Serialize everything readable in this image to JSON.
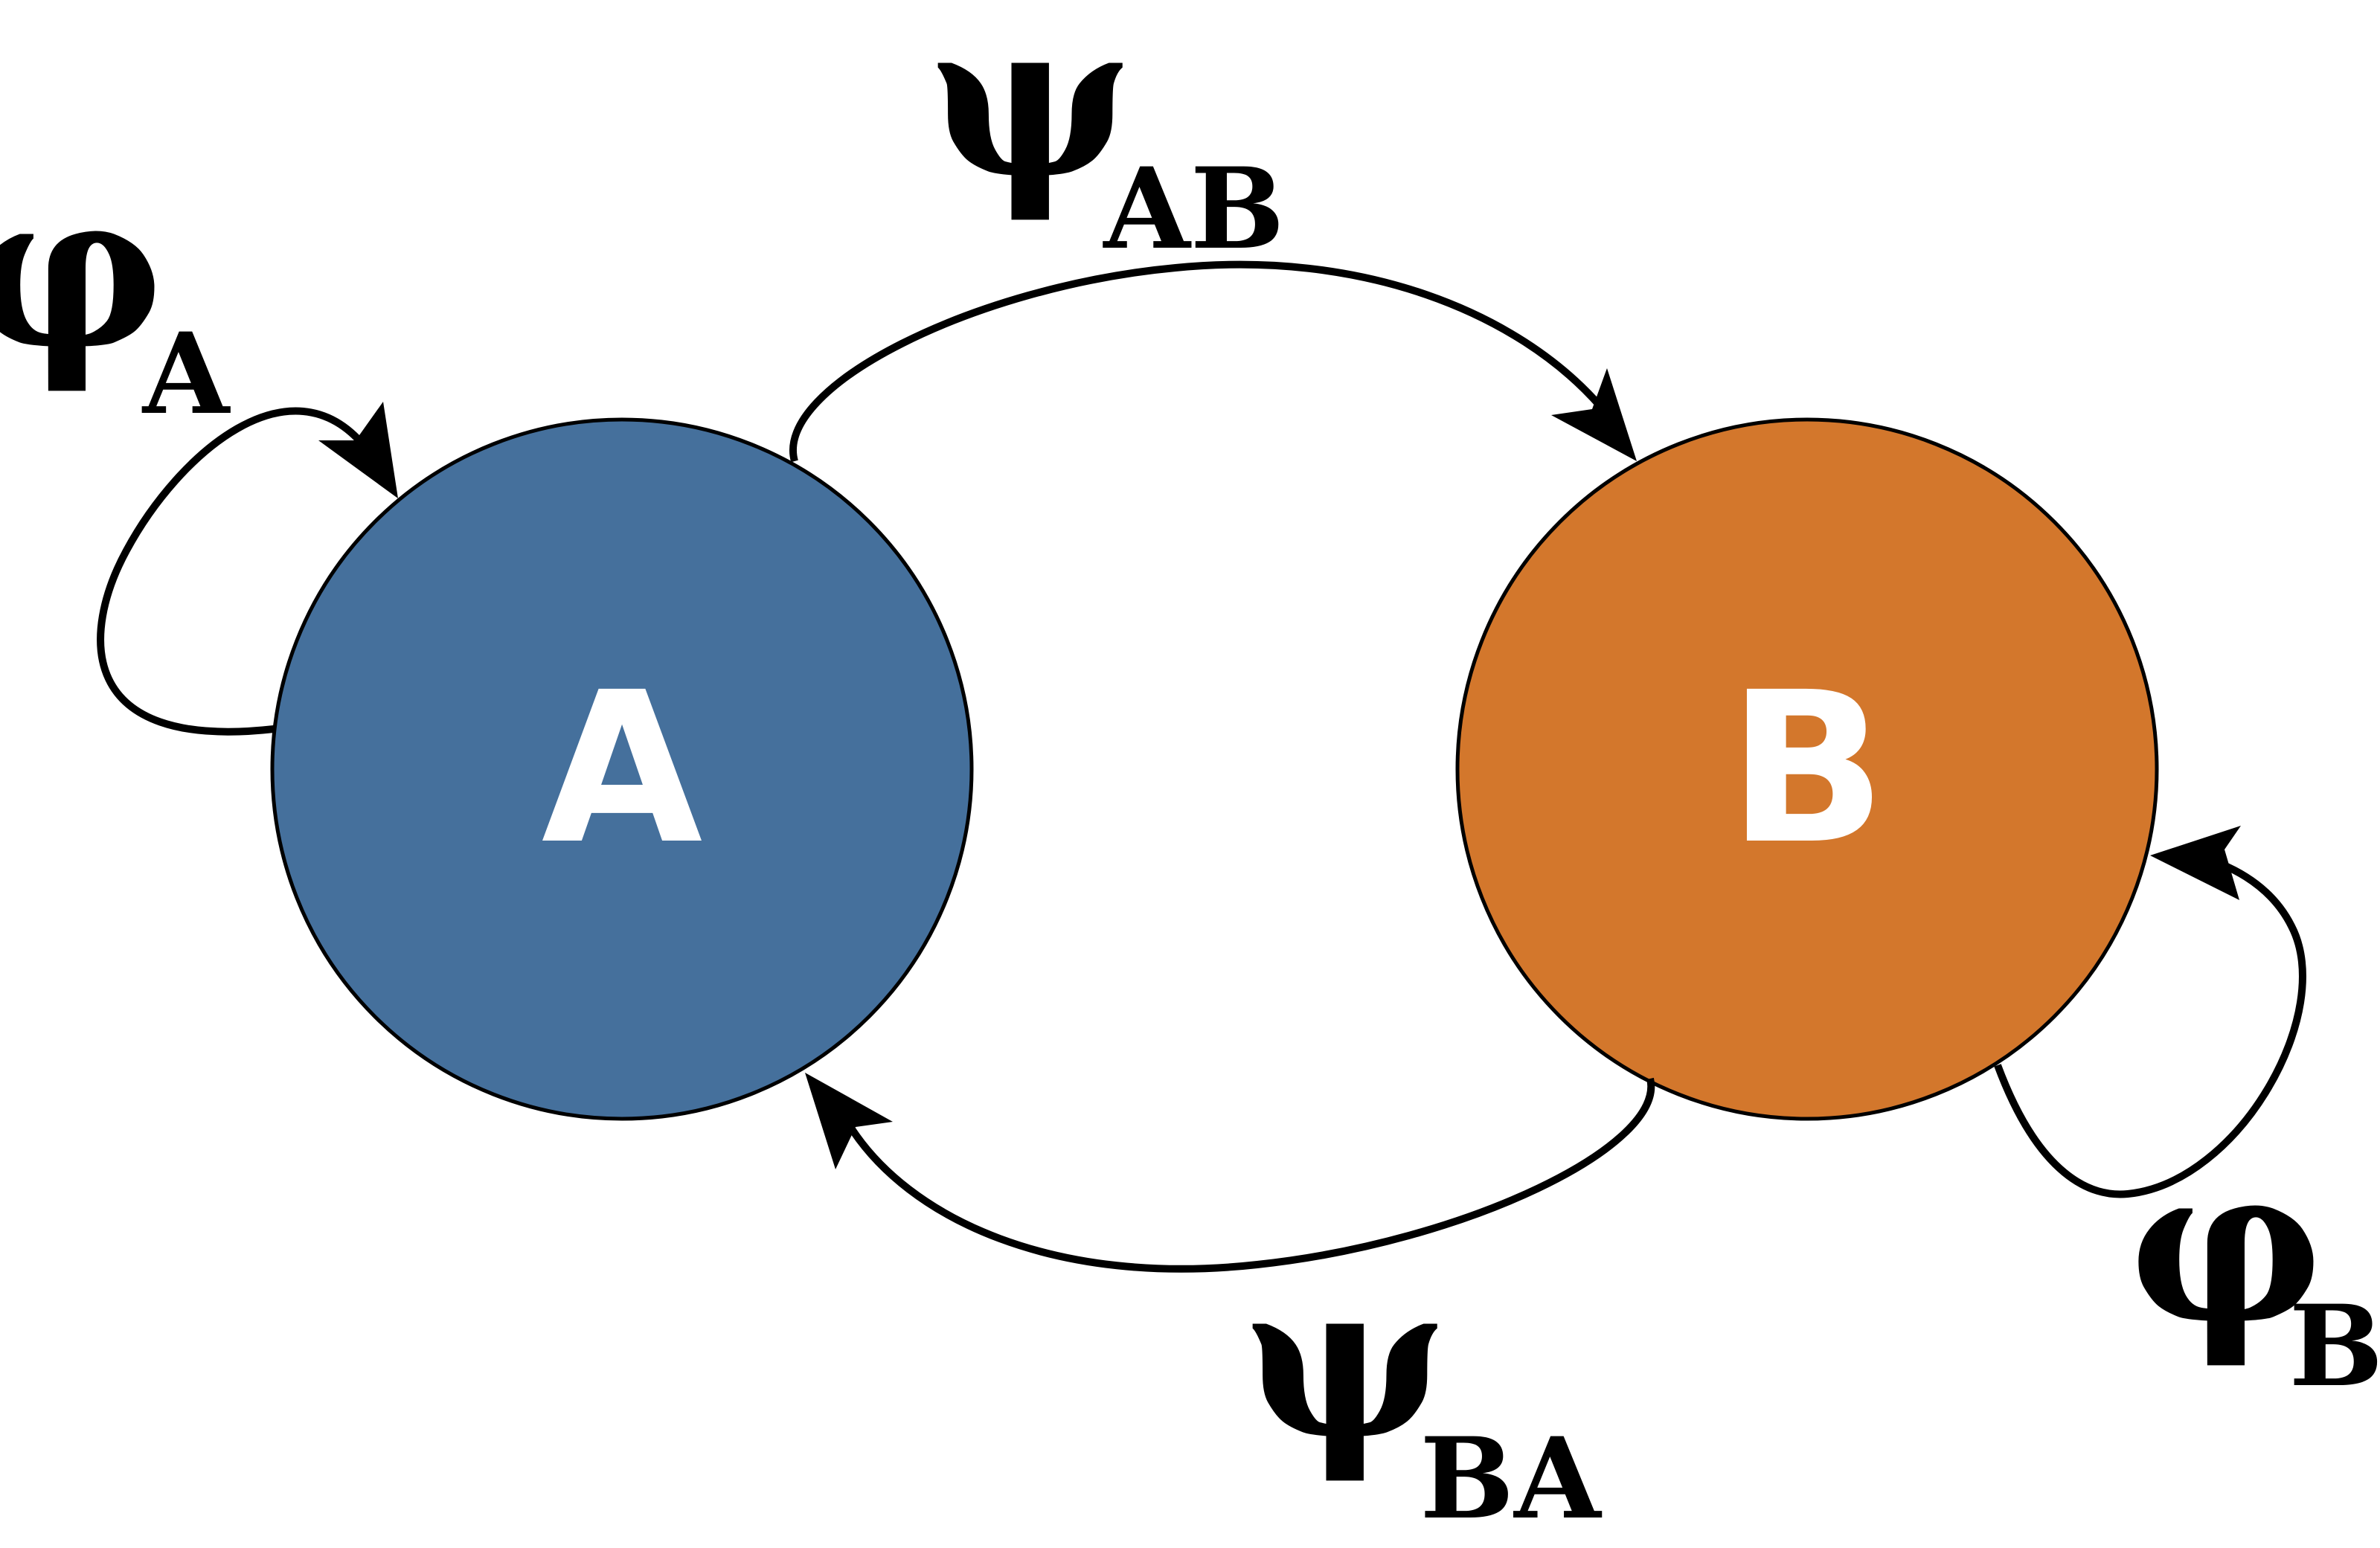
{
  "nodes": {
    "a": {
      "label": "A",
      "color": "#45709C"
    },
    "b": {
      "label": "B",
      "color": "#D3772C"
    }
  },
  "edges": {
    "self_a": {
      "symbol": "φ",
      "subscript": "A"
    },
    "a_to_b": {
      "symbol": "ψ",
      "subscript": "AB"
    },
    "b_to_a": {
      "symbol": "ψ",
      "subscript": "BA"
    },
    "self_b": {
      "symbol": "φ",
      "subscript": "B"
    }
  }
}
